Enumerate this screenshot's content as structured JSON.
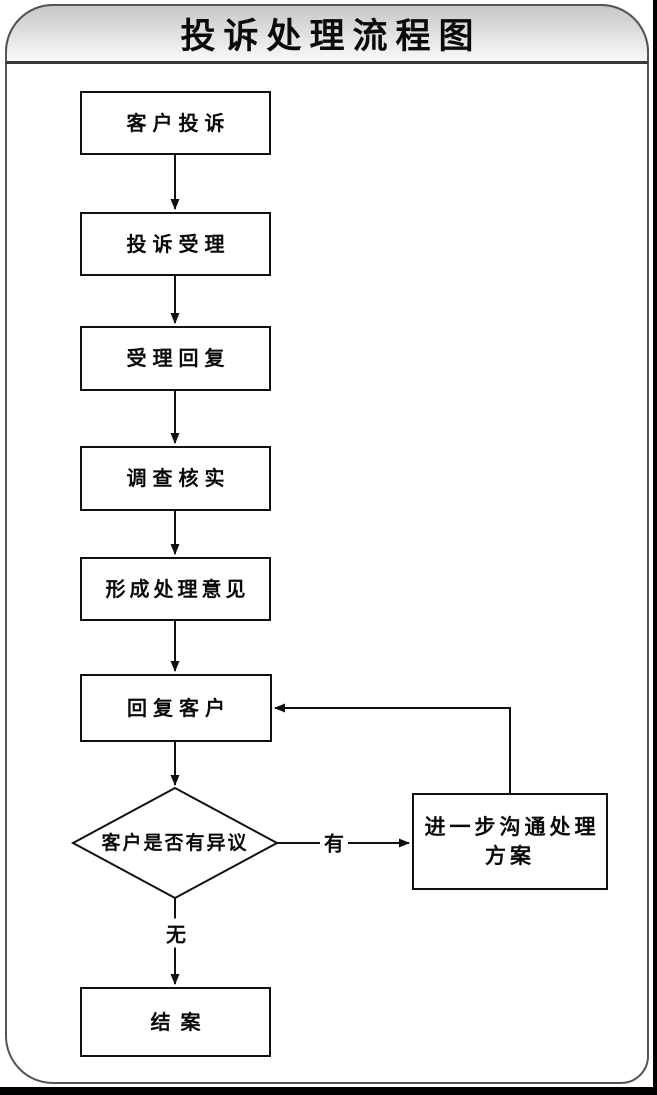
{
  "title": "投诉处理流程图",
  "colors": {
    "line": "#111111",
    "box_border": "#111111",
    "titlebar_top": "#c7c7c7",
    "titlebar_bottom": "#f9f9f9",
    "background": "#ffffff",
    "text": "#0a0a0a"
  },
  "flowchart": {
    "nodes": [
      {
        "id": "n1",
        "type": "process",
        "label": "客户投诉"
      },
      {
        "id": "n2",
        "type": "process",
        "label": "投诉受理"
      },
      {
        "id": "n3",
        "type": "process",
        "label": "受理回复"
      },
      {
        "id": "n4",
        "type": "process",
        "label": "调查核实"
      },
      {
        "id": "n5",
        "type": "process",
        "label": "形成处理意见"
      },
      {
        "id": "n6",
        "type": "process",
        "label": "回复客户"
      },
      {
        "id": "d1",
        "type": "decision",
        "label": "客户是否有异议"
      },
      {
        "id": "n7",
        "type": "process",
        "label": "进一步沟通处理方案"
      },
      {
        "id": "n8",
        "type": "process",
        "label": "结案"
      }
    ],
    "edges": [
      {
        "from": "n1",
        "to": "n2",
        "label": ""
      },
      {
        "from": "n2",
        "to": "n3",
        "label": ""
      },
      {
        "from": "n3",
        "to": "n4",
        "label": ""
      },
      {
        "from": "n4",
        "to": "n5",
        "label": ""
      },
      {
        "from": "n5",
        "to": "n6",
        "label": ""
      },
      {
        "from": "n6",
        "to": "d1",
        "label": ""
      },
      {
        "from": "d1",
        "to": "n7",
        "label": "有"
      },
      {
        "from": "d1",
        "to": "n8",
        "label": "无"
      },
      {
        "from": "n7",
        "to": "n6",
        "label": ""
      }
    ]
  }
}
